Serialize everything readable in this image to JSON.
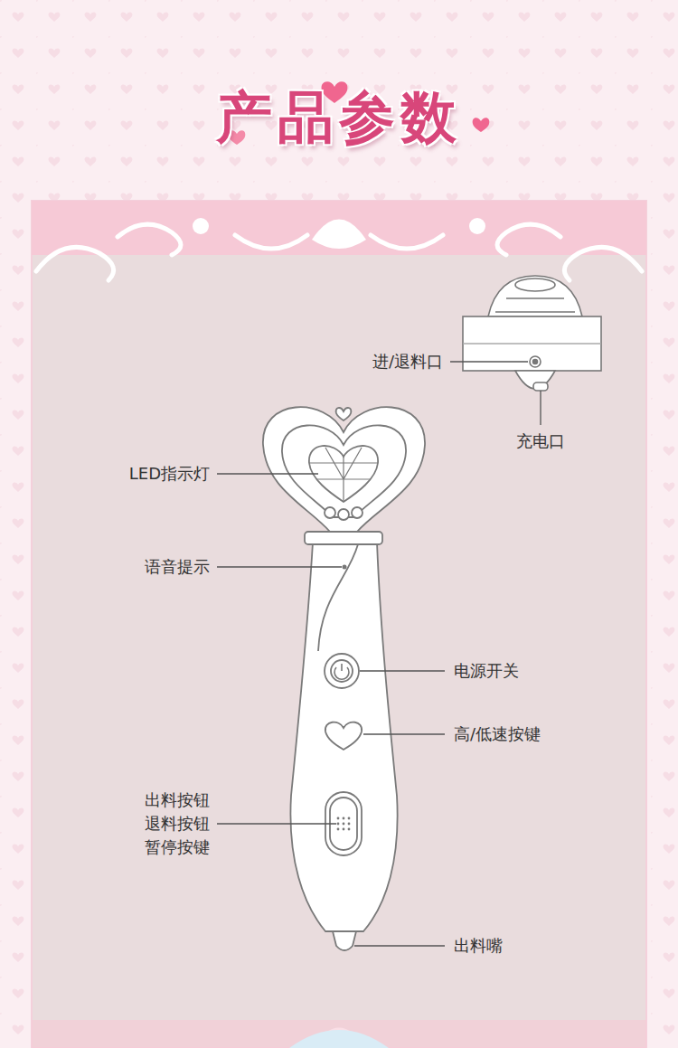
{
  "diagram": {
    "title": "产品参数",
    "labels": [
      "进/退料口",
      "充电口",
      "LED指示灯",
      "语音提示",
      "电源开关",
      "高/低速按键",
      "出料按钮 退料按钮 暂停按键",
      "出料嘴"
    ]
  }
}
